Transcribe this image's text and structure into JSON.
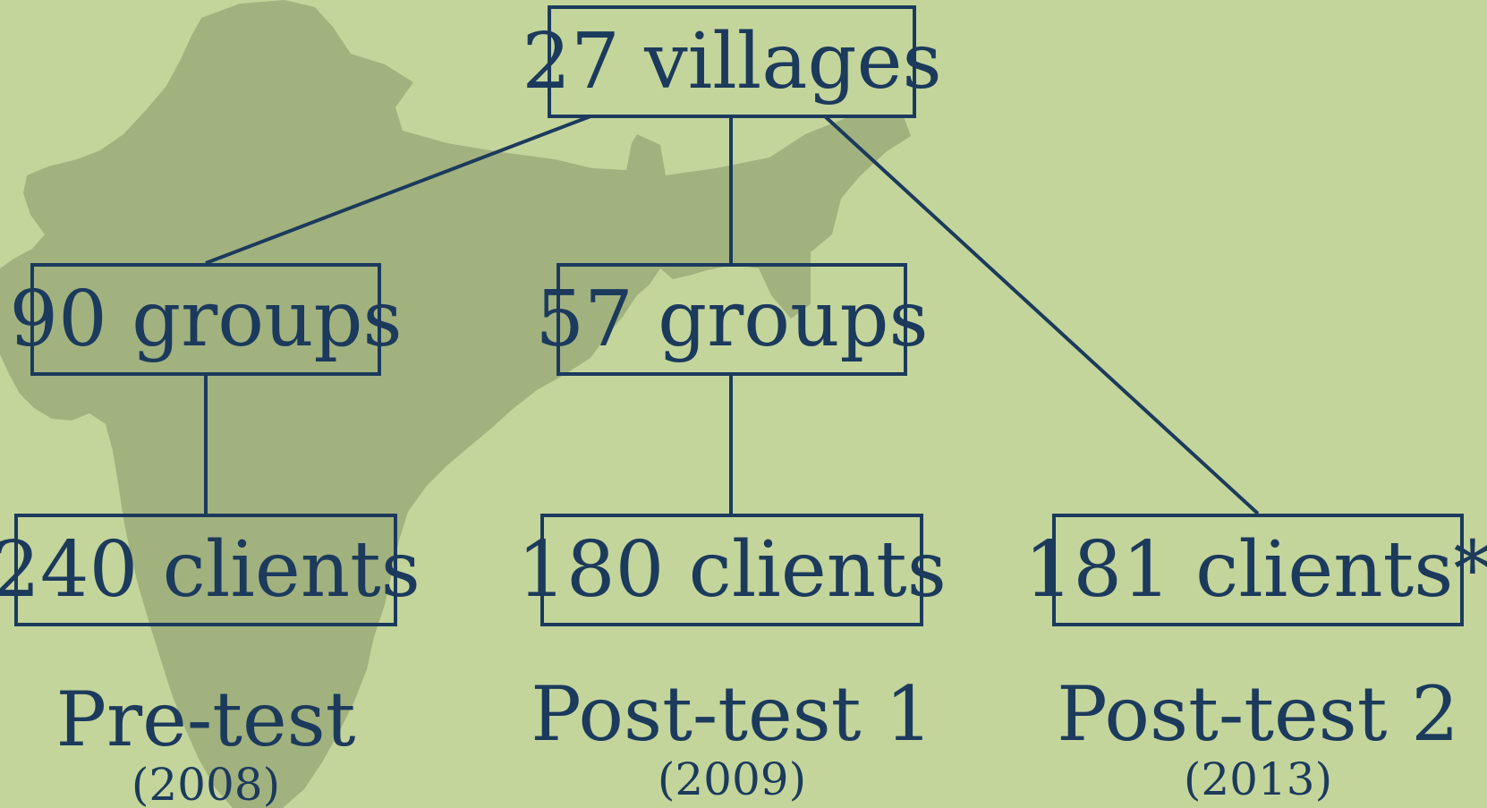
{
  "colors": {
    "background": "#c4d59c",
    "map_silhouette": "#a2b27f",
    "ink": "#1b3a5c"
  },
  "nodes": {
    "villages": "27 villages",
    "groups_pretest": "90 groups",
    "groups_posttest1": "57 groups",
    "clients_pretest": "240 clients",
    "clients_posttest1": "180 clients",
    "clients_posttest2": "181 clients*"
  },
  "phases": [
    {
      "name": "Pre-test",
      "year": "(2008)"
    },
    {
      "name": "Post-test 1",
      "year": "(2009)"
    },
    {
      "name": "Post-test 2",
      "year": "(2013)"
    }
  ],
  "background_image": "india-map-silhouette"
}
